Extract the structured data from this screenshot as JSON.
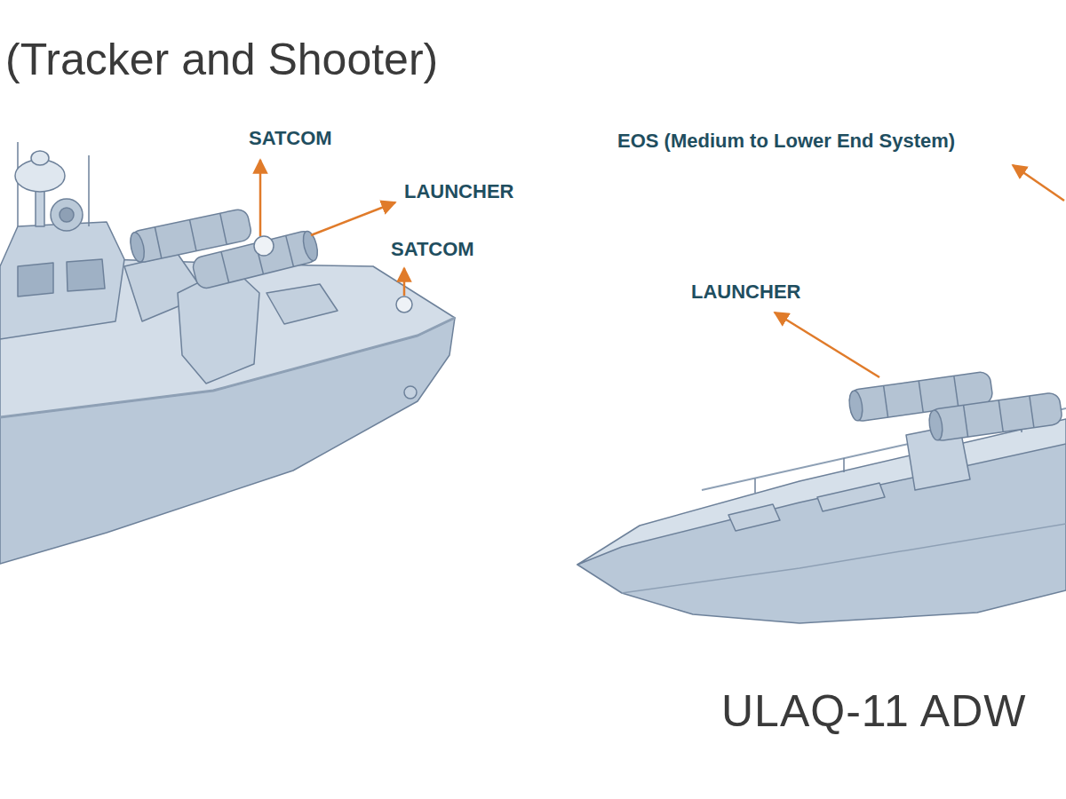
{
  "diagram": {
    "title": "(Tracker and Shooter)",
    "labels": [
      "SATCOM",
      "LAUNCHER",
      "SATCOM",
      "EOS (Medium to Lower End System)",
      "LAUNCHER",
      "ULAQ-11 ADW"
    ]
  }
}
